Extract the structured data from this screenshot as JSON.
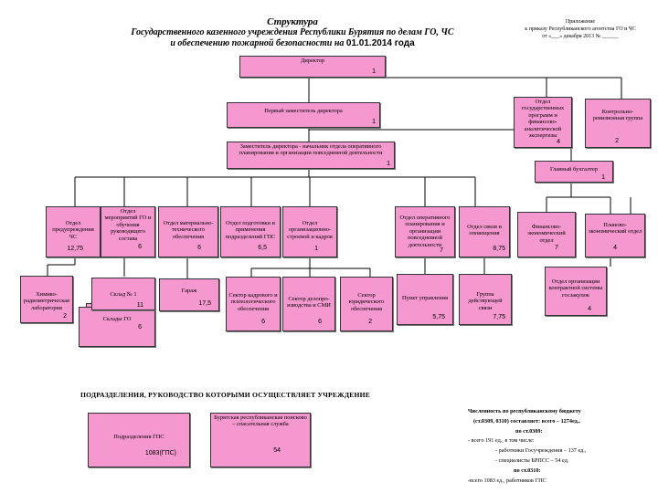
{
  "title": {
    "line1": "Структура",
    "line2": "Государственного  казенного учреждения Республики Бурятия по делам ГО, ЧС",
    "line3": "и обеспечению пожарной безопасности на",
    "date": "01.01.2014 года"
  },
  "appendix": {
    "line1": "Приложение",
    "line2": "к приказу Республиканского агентства ГО и ЧС",
    "line3": "от «___»  декабря 2013 № ______"
  },
  "boxes": {
    "director": {
      "label": "Директор",
      "num": "1"
    },
    "first_deputy": {
      "label": "Первый заместитель директора",
      "num": "1"
    },
    "deputy_ops": {
      "label": "Заместитель директора  - начальник отдела оперативного планирования и организации повседневной деятельности",
      "num": "1"
    },
    "state_programs": {
      "label": "Отдел государственных программ и финансово-аналитической экспертизы",
      "num": "4"
    },
    "audit_group": {
      "label": "Контрольно-ревизионная группа",
      "num": "2"
    },
    "chief_accountant": {
      "label": "Главный бухгалтер",
      "num": "1"
    },
    "emergency_prevention": {
      "label": "Отдел предупреждения ЧС",
      "num": "12,75"
    },
    "go_measures": {
      "label": "Отдел мероприятий ГО и обучения руководящего состава",
      "num": "6"
    },
    "material_support": {
      "label": "Отдел материально-технического обеспечения",
      "num": "6"
    },
    "gps_training": {
      "label": "Отдел подготовки и применения подразделений ГПС",
      "num": "6,5"
    },
    "organizational": {
      "label": "Отдел организационно-строевой и кадров",
      "num": "1"
    },
    "operational_planning": {
      "label": "Отдел оперативного планирования и организации повседневной деятельности",
      "num": "7"
    },
    "communications": {
      "label": "Отдел связи и оповещения",
      "num": "8,75"
    },
    "financial_economic": {
      "label": "Финансово-экономический отдел",
      "num": "7"
    },
    "planning_economic": {
      "label": "Планово-экономический отдел",
      "num": "4"
    },
    "contract_system": {
      "label": "Отдел организации контрактной системы госзакупок",
      "num": "4"
    },
    "chem_lab": {
      "label": "Химико-радиометрическая лаборатория",
      "num": "2"
    },
    "warehouse1": {
      "label": "Склад № 1",
      "num": "11"
    },
    "warehouses_go": {
      "label": "Склады ГО",
      "num": "6"
    },
    "garage": {
      "label": "Гараж",
      "num": "17,5"
    },
    "hr_sector": {
      "label": "Сектор кадрового и психологического обеспечения",
      "num": "6"
    },
    "records_sector": {
      "label": "Сектор делопро-изводства и СМИ",
      "num": "6"
    },
    "legal_sector": {
      "label": "Сектор юридического обеспечения",
      "num": "2"
    },
    "control_point": {
      "label": "Пункт управления",
      "num": "5,75"
    },
    "comm_group": {
      "label": "Группа действующей связи",
      "num": "7,75"
    },
    "gps_units": {
      "label": "Подразделения ГПС",
      "num": "1083(ГПС)"
    },
    "rescue_service": {
      "label": "Бурятская  республиканская поисково – спасательная служба",
      "num": "54"
    }
  },
  "subdivisions_heading": "ПОДРАЗДЕЛЕНИЯ,  РУКОВОДСТВО  КОТОРЫМИ ОСУЩЕСТВЛЯЕТ УЧРЕЖДЕНИЕ",
  "stats": {
    "line1": "Численность по республиканскому бюджету",
    "line2": "(ст.0309, 0310) составляет: всего – 1274ед.,",
    "line3": "по ст.0309:",
    "line4": "- всего 191 ед., в том числе:",
    "line5": "- работники  Госучреждения  –  137 ед.,",
    "line6": "- специалисты БРПСС – 54 ед.",
    "line7": "по ст.0310:",
    "line8": "-всего 1083 ед.,  работников ГПС"
  },
  "colors": {
    "box_fill": "#f598cf",
    "line": "#000000"
  }
}
